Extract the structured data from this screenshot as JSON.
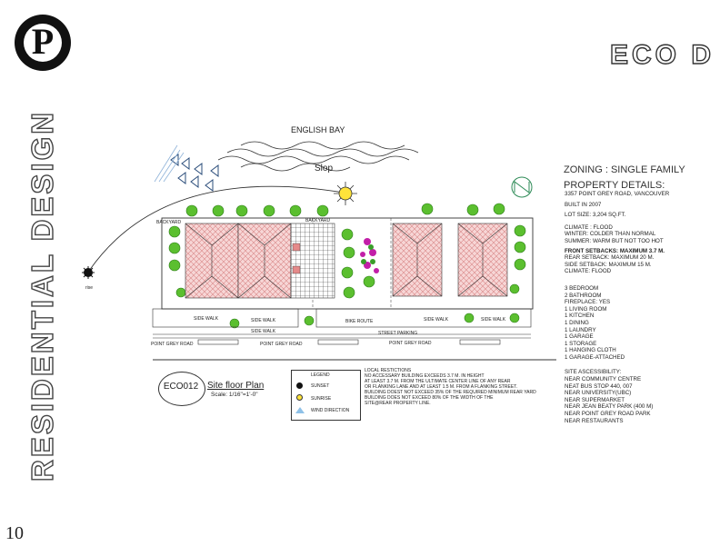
{
  "logo": {
    "letter": "P"
  },
  "header": {
    "brand": "ECO D"
  },
  "sidebar": {
    "vertical_title": "RESIDENTIAL DESIGN"
  },
  "page": {
    "number": "10"
  },
  "plan": {
    "water_label": "ENGLISH BAY",
    "slope_label": "Slop",
    "north_label": "N",
    "road_label": "POINT GREY ROAD",
    "sidewalk_label": "SIDE WALK",
    "bike_route": "BIKE ROUTE",
    "street_parking": "STREET PARKING",
    "backyard": "BACKYARD"
  },
  "title_block": {
    "code": "ECO012",
    "title": "Site floor  Plan",
    "scale": "Scale: 1/16\"=1'-0\""
  },
  "legend": {
    "title": "LEGEND",
    "items": [
      "SUNSET",
      "SUNRISE",
      "WIND DIRECTION"
    ]
  },
  "restrictions": {
    "lines": [
      "LOCAL RESTICTIONS",
      "NO ACCESSARY BUILDING EXCEEDS 3.7 M. IN HEIGHT",
      "AT LEAST 3.7 M. FROM THE ULTIMATE CENTER LINE OF ANY REAR",
      "OR FLANKING LANE AND AT LEAST 1.5 M. FROM A FLANKING STREET.",
      " BUILDING DOEST NOT EXCEED 35% OF THE REQUIRED MINIMUM REAR YARD",
      "BUILDING DOES NOT EXCEED 80% OF THE WIDTH OF THE",
      "SITE@REAR PROPERTY LINE."
    ]
  },
  "info": {
    "zoning": "ZONING : SINGLE FAMILY",
    "property_details_heading": "PROPERTY DETAILS:",
    "address": "3357 POINT GREY ROAD, VANCOUVER",
    "built": "BUILT IN 2007",
    "lot_size": "LOT SIZE: 3,204 SQ.FT.",
    "climate_heading": "CLIMATE : FLOOD",
    "winter": "WINTER: COLDER THAN NORMAL",
    "summer": "SUMMER: WARM BUT NOT TOO HOT",
    "front_setback": "FRONT SETBACKS: MAXIMUM 3.7 M.",
    "rear_setback": "REAR SETBACK: MAXIMUM 20 M.",
    "side_setback": "SIDE SETBACK: MAXIMUM 15 M.",
    "climate2": "CLIMATE: FLOOD",
    "rooms": [
      "3 BEDROOM",
      "2 BATHROOM",
      "FIREPLACE: YES",
      "1 LIVING ROOM",
      "1 KITCHEN",
      "1 DINING",
      "1 LAUNDRY",
      "1 GARAGE",
      "1 STORAGE",
      "1 HANGING CLOTH",
      "1 GARAGE-ATTACHED"
    ],
    "access": [
      "SITE ASCESSIBILITY:",
      "NEAR COMMUNITY CENTRE",
      "NEAT BUS STOP 440, 007",
      "NEAR UNIVERSITY(UBC)",
      "NEAR SUPERMARKET",
      "NEAR JEAN BEATY PARK (400 M)",
      "NEAR POINT GREY ROAD PARK",
      "NEAR RESTAURANTS"
    ]
  }
}
